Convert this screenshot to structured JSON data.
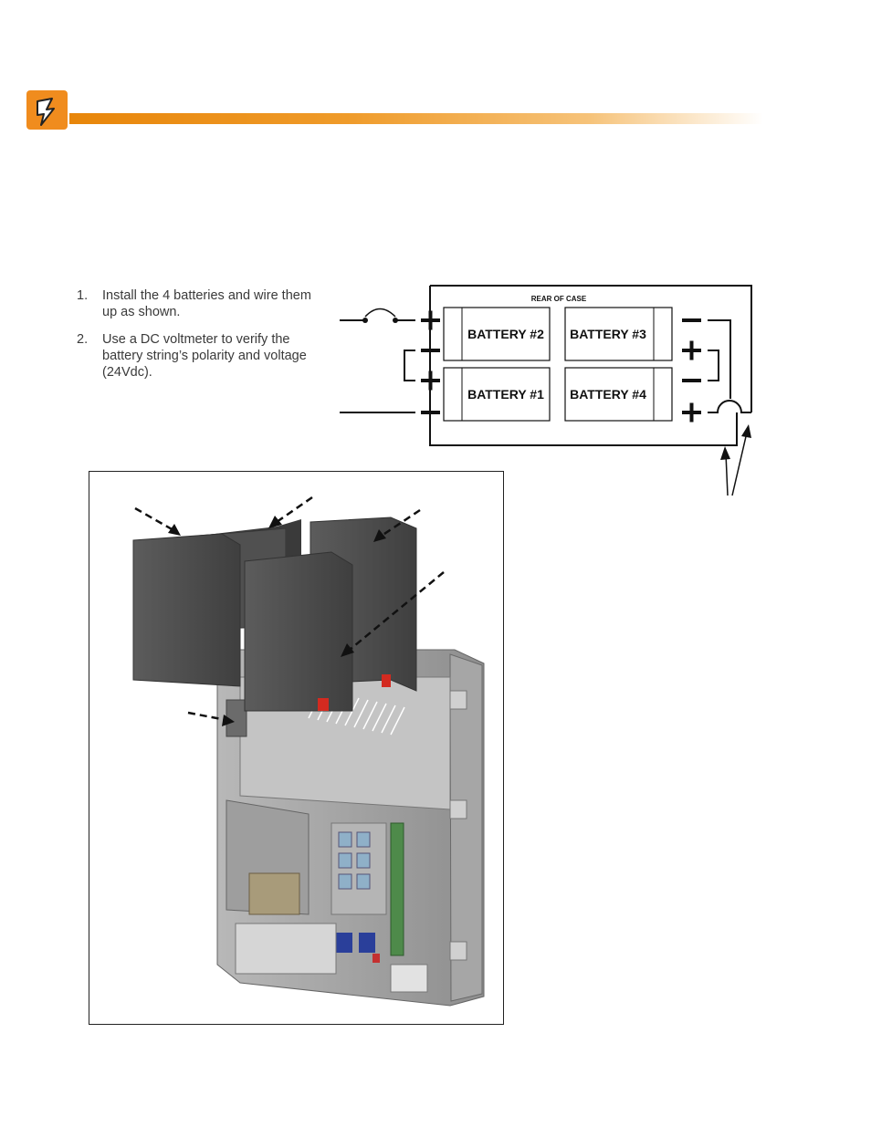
{
  "header": {
    "icon": "lightning-bolt-icon",
    "accent_color": "#e8860a"
  },
  "steps": [
    {
      "number": "1.",
      "text": "Install the 4 batteries and wire them up as shown."
    },
    {
      "number": "2.",
      "text": "Use a DC voltmeter to verify the battery string’s polarity and voltage (24Vdc)."
    }
  ],
  "wiring_diagram": {
    "case_label": "REAR OF CASE",
    "batteries": [
      {
        "label": "BATTERY #2"
      },
      {
        "label": "BATTERY #3"
      },
      {
        "label": "BATTERY #1"
      },
      {
        "label": "BATTERY #4"
      }
    ]
  },
  "photo": {
    "subject": "battery-installation-illustration"
  }
}
